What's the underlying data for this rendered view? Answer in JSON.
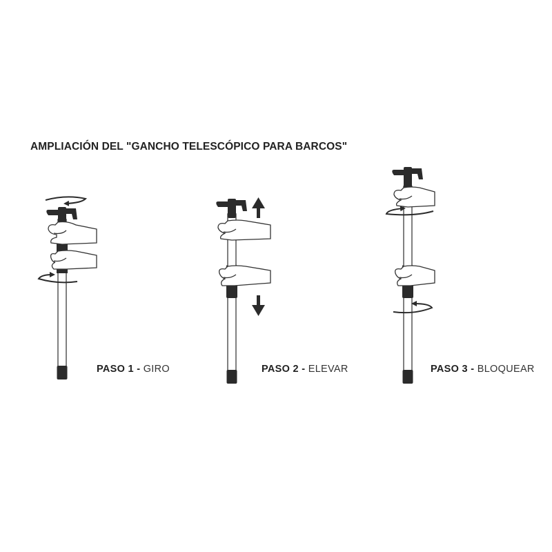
{
  "title": "AMPLIACIÓN DEL \"GANCHO TELESCÓPICO PARA BARCOS\"",
  "steps": [
    {
      "number": "PASO 1 -",
      "name": "GIRO"
    },
    {
      "number": "PASO 2 -",
      "name": "ELEVAR"
    },
    {
      "number": "PASO 3 -",
      "name": "BLOQUEAR"
    }
  ],
  "colors": {
    "ink": "#2b2b2b",
    "pole": "#ffffff",
    "pole_stroke": "#555555",
    "text": "#222222"
  }
}
